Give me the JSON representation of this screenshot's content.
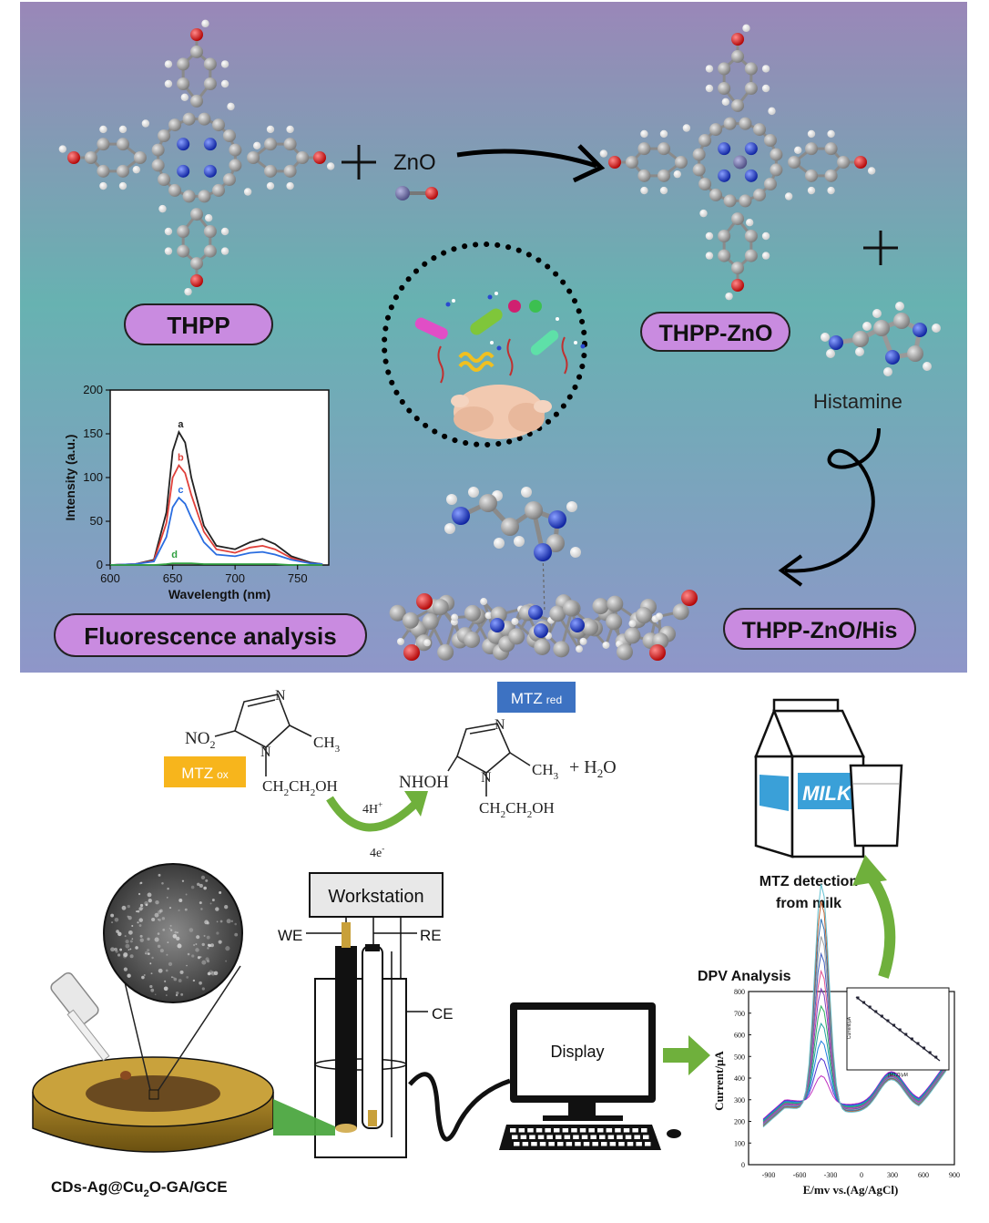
{
  "top_panel": {
    "labels": {
      "thpp": "THPP",
      "zno": "ZnO",
      "thpp_zno": "THPP-ZnO",
      "histamine": "Histamine",
      "thpp_zno_his": "THPP-ZnO/His",
      "fluorescence": "Fluorescence  analysis"
    },
    "colors": {
      "bg_top": "#9a87b8",
      "bg_mid": "#67b2b1",
      "bg_bottom": "#8f96c9",
      "pill_fill": "#c98be0",
      "carbon": "#9b9b9b",
      "oxygen": "#e02020",
      "nitrogen": "#1a3fd0",
      "zinc": "#6f6fa5"
    },
    "chart_data": {
      "type": "line",
      "xlabel": "Wavelength (nm)",
      "ylabel": "Intensity (a.u.)",
      "xlim": [
        600,
        775
      ],
      "ylim": [
        0,
        200
      ],
      "xticks": [
        600,
        650,
        700,
        750
      ],
      "yticks": [
        0,
        50,
        100,
        150,
        200
      ],
      "x": [
        600,
        620,
        635,
        645,
        650,
        655,
        660,
        665,
        675,
        685,
        700,
        712,
        722,
        732,
        745,
        760,
        770
      ],
      "series": [
        {
          "name": "a",
          "color": "#222222",
          "values": [
            0,
            1,
            6,
            60,
            130,
            152,
            140,
            100,
            45,
            22,
            18,
            26,
            30,
            24,
            10,
            3,
            1
          ]
        },
        {
          "name": "b",
          "color": "#e0403a",
          "values": [
            0,
            1,
            5,
            48,
            100,
            114,
            105,
            80,
            38,
            18,
            14,
            20,
            22,
            18,
            8,
            2,
            1
          ]
        },
        {
          "name": "c",
          "color": "#2a6de0",
          "values": [
            0,
            1,
            4,
            32,
            66,
            77,
            70,
            54,
            26,
            12,
            10,
            14,
            15,
            12,
            6,
            2,
            1
          ]
        },
        {
          "name": "d",
          "color": "#30a040",
          "values": [
            0,
            0,
            0,
            1,
            2,
            2,
            2,
            2,
            1,
            1,
            1,
            1,
            1,
            1,
            0,
            0,
            0
          ]
        }
      ],
      "series_labels": [
        "a",
        "b",
        "c",
        "d"
      ]
    }
  },
  "bottom_panel": {
    "reaction": {
      "no2": "NO",
      "no2_sub": "2",
      "ch3": "CH",
      "ch3_sub": "3",
      "n": "N",
      "chain": "CH",
      "chain_sub1": "2",
      "chain_mid": "CH",
      "chain_sub2": "2",
      "chain_end": "OH",
      "mtz_ox": "MTZ",
      "mtz_ox_sub": "ox",
      "mtz_red": "MTZ",
      "mtz_red_sub": "red",
      "nhoh": "NHOH",
      "plus_h2o": "+  H",
      "h2o_sub": "2",
      "h2o_end": "O",
      "protons": "4H",
      "protons_sup": "+",
      "electrons": "4e",
      "electrons_sup": "-"
    },
    "colors": {
      "mtz_ox_fill": "#f7b51c",
      "mtz_red_fill": "#3d72c2",
      "arrow_green": "#6fb03c",
      "electrode_brown": "#8a6a1a"
    },
    "workstation": "Workstation",
    "we": "WE",
    "re": "RE",
    "ce": "CE",
    "display": "Display",
    "milk": "MILK",
    "mtz_detection_1": "MTZ detection",
    "mtz_detection_2": "from milk",
    "electrode_label": "CDs-Ag@Cu",
    "electrode_sub": "2",
    "electrode_end": "O-GA/GCE",
    "dpv": {
      "title": "DPV Analysis",
      "ylabel": "Current/μA",
      "xlabel": "E/mv vs.(Ag/AgCl)",
      "yticks": [
        "0",
        "100",
        "200",
        "300",
        "400",
        "500",
        "600",
        "700",
        "800"
      ],
      "xticks": [
        "-900",
        "-600",
        "-300",
        "0",
        "300",
        "600",
        "900"
      ],
      "inset_ylabel": "Current/μA",
      "inset_xlabel": "[MTZ]/μM"
    }
  }
}
